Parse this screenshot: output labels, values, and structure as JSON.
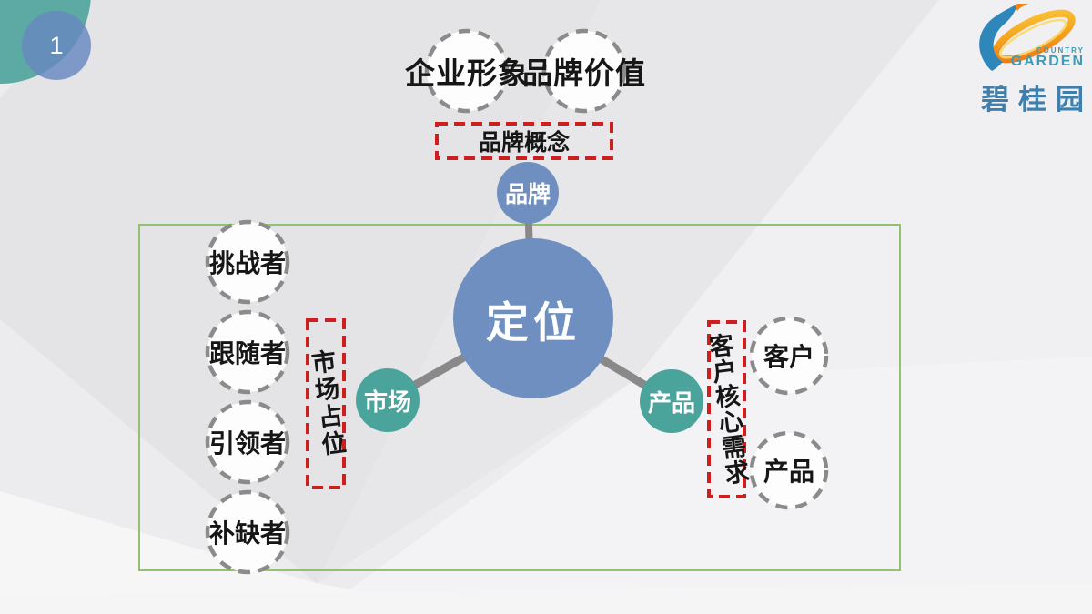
{
  "slide": {
    "page_number": "1"
  },
  "logo": {
    "company_en_line1": "COUNTRY",
    "company_en_line2": "GARDEN",
    "company_cn": "碧桂园"
  },
  "diagram": {
    "top_nodes": [
      {
        "label": "企业形象"
      },
      {
        "label": "品牌价值"
      }
    ],
    "concept_box": {
      "label": "品牌概念"
    },
    "brand_node": {
      "label": "品牌"
    },
    "center_node": {
      "label": "定位"
    },
    "market_node": {
      "label": "市场"
    },
    "product_node": {
      "label": "产品"
    },
    "market_position_box": {
      "label": "市场占位"
    },
    "customer_needs_box": {
      "label": "客户核心需求"
    },
    "market_types": [
      {
        "label": "挑战者"
      },
      {
        "label": "跟随者"
      },
      {
        "label": "引领者"
      },
      {
        "label": "补缺者"
      }
    ],
    "product_factors": [
      {
        "label": "客户"
      },
      {
        "label": "产品"
      }
    ],
    "colors": {
      "primary_blue": "#6e8fbf",
      "teal": "#4ba49c",
      "red_dash": "#cf1e1e",
      "green_frame": "#8fc36e",
      "gray_dash": "#8b8b8b",
      "connector_gray": "#898989",
      "logo_text_blue": "#3f7fad",
      "logo_en_teal": "#3e9ab5",
      "logo_orange": "#f29d16",
      "corner_teal": "#5caaa3"
    }
  }
}
